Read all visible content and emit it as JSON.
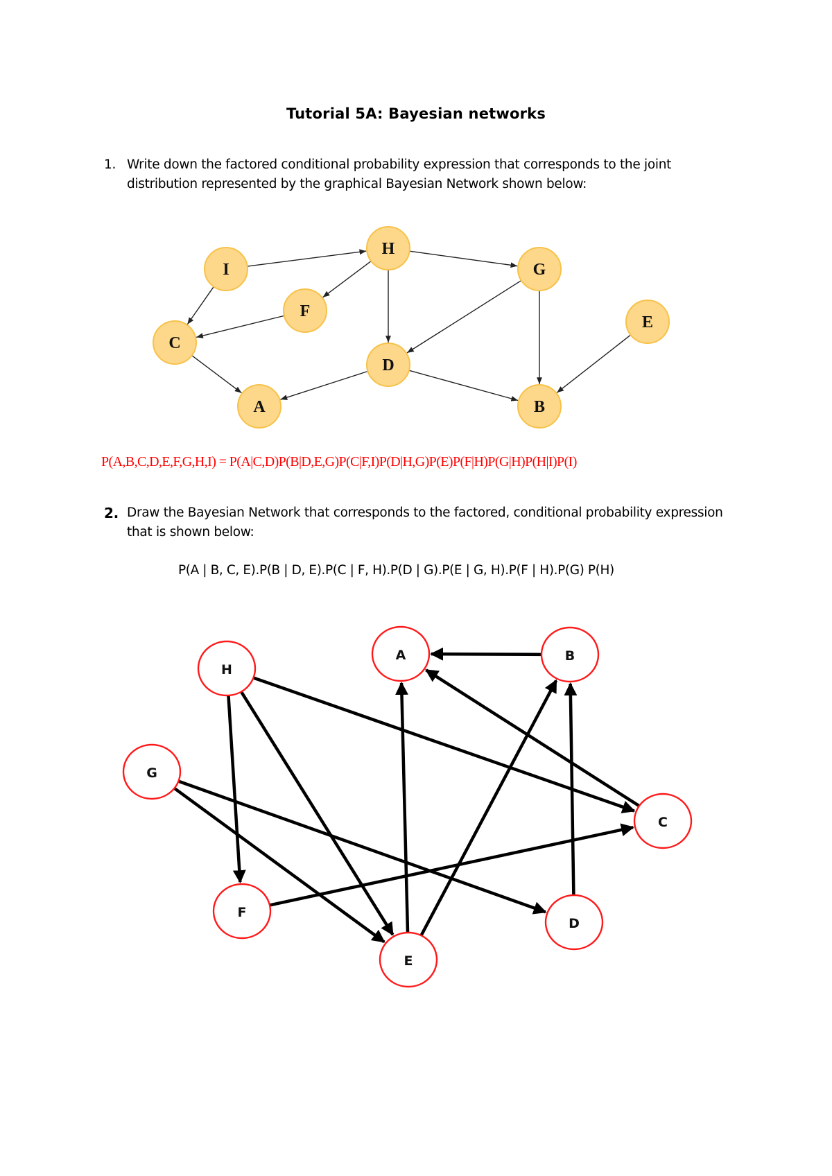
{
  "title": "Tutorial 5A: Bayesian networks",
  "question1": {
    "number": "1.",
    "text": "Write down the factored conditional probability expression that corresponds to the joint distribution represented by the graphical Bayesian Network shown below:",
    "answer": "P(A,B,C,D,E,F,G,H,I) = P(A|C,D)P(B|D,E,G)P(C|F,I)P(D|H,G)P(E)P(F|H)P(G|H)P(H|I)P(I)",
    "answer_color": "#ff0000",
    "graph": {
      "node_fill": "#fdd78a",
      "node_stroke": "#f7c24a",
      "nodes": [
        {
          "id": "I",
          "label": "I"
        },
        {
          "id": "H",
          "label": "H"
        },
        {
          "id": "G",
          "label": "G"
        },
        {
          "id": "F",
          "label": "F"
        },
        {
          "id": "E",
          "label": "E"
        },
        {
          "id": "C",
          "label": "C"
        },
        {
          "id": "D",
          "label": "D"
        },
        {
          "id": "A",
          "label": "A"
        },
        {
          "id": "B",
          "label": "B"
        }
      ],
      "edges": [
        {
          "from": "I",
          "to": "H"
        },
        {
          "from": "I",
          "to": "C"
        },
        {
          "from": "H",
          "to": "F"
        },
        {
          "from": "H",
          "to": "G"
        },
        {
          "from": "H",
          "to": "D"
        },
        {
          "from": "F",
          "to": "C"
        },
        {
          "from": "C",
          "to": "A"
        },
        {
          "from": "D",
          "to": "A"
        },
        {
          "from": "D",
          "to": "B"
        },
        {
          "from": "G",
          "to": "D"
        },
        {
          "from": "G",
          "to": "B"
        },
        {
          "from": "E",
          "to": "B"
        }
      ]
    }
  },
  "question2": {
    "number": "2.",
    "text": "Draw the Bayesian Network that corresponds to the factored, conditional probability expression that is shown below:",
    "expression": "P(A | B, C, E).P(B | D, E).P(C | F, H).P(D | G).P(E | G, H).P(F | H).P(G) P(H)",
    "graph": {
      "node_stroke": "#ff1a1a",
      "nodes": [
        {
          "id": "H",
          "label": "H"
        },
        {
          "id": "A",
          "label": "A"
        },
        {
          "id": "B",
          "label": "B"
        },
        {
          "id": "G",
          "label": "G"
        },
        {
          "id": "C",
          "label": "C"
        },
        {
          "id": "F",
          "label": "F"
        },
        {
          "id": "D",
          "label": "D"
        },
        {
          "id": "E",
          "label": "E"
        }
      ],
      "edges": [
        {
          "from": "B",
          "to": "A"
        },
        {
          "from": "C",
          "to": "A"
        },
        {
          "from": "E",
          "to": "A"
        },
        {
          "from": "D",
          "to": "B"
        },
        {
          "from": "E",
          "to": "B"
        },
        {
          "from": "F",
          "to": "C"
        },
        {
          "from": "H",
          "to": "C"
        },
        {
          "from": "G",
          "to": "D"
        },
        {
          "from": "G",
          "to": "E"
        },
        {
          "from": "H",
          "to": "E"
        },
        {
          "from": "H",
          "to": "F"
        }
      ]
    }
  }
}
